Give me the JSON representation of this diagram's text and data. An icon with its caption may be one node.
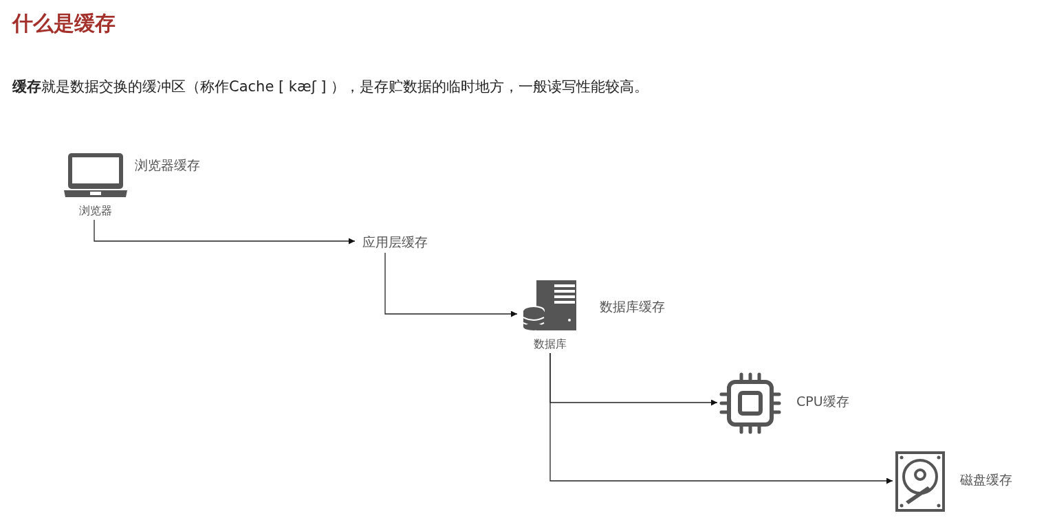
{
  "diagram": {
    "title": "什么是缓存",
    "nodes": [
      {
        "text": [
          "浏览器"
        ],
        "beside": [
          "浏览器缓存"
        ]
      },
      {
        "text": [
          "应用层缓存"
        ]
      },
      {
        "text": [
          "数据库"
        ],
        "beside": [
          "数据库缓存"
        ]
      },
      {
        "text": [],
        "shape": "chip",
        "beside": [
          "CPU缓存"
        ]
      },
      {
        "text": [],
        "shape": "disk",
        "beside": [
          "磁盘缓存"
        ]
      }
    ],
    "edges": [
      {
        "from": 0,
        "to": 1,
        "arrow": "to"
      },
      {
        "from": 1,
        "to": 2,
        "arrow": "to"
      },
      {
        "from": 2,
        "to": 3,
        "arrow": "to"
      },
      {
        "from": 2,
        "to": 4,
        "arrow": "to"
      }
    ],
    "labels": [
      "**缓存**就是数据交换的缓冲区（称作Cache [ kæʃ ] ），是存贮数据的临时地方，一般读写性能较高。"
    ]
  }
}
